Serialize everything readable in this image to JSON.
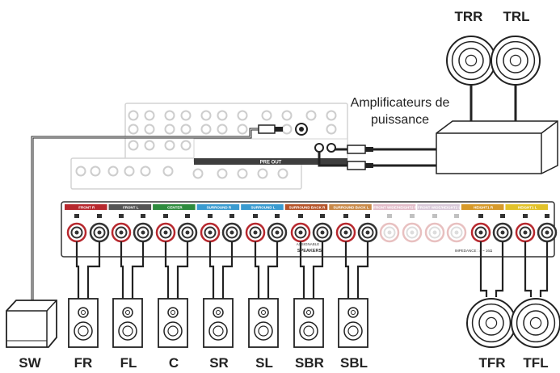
{
  "labels": {
    "trr": "TRR",
    "trl": "TRL",
    "sw": "SW",
    "fr": "FR",
    "fl": "FL",
    "c": "C",
    "sr": "SR",
    "sl": "SL",
    "sbr": "SBR",
    "sbl": "SBL",
    "tfr": "TFR",
    "tfl": "TFL"
  },
  "amplifier": {
    "line1": "Amplificateurs de",
    "line2": "puissance"
  },
  "panel": {
    "pre_out": "PRE OUT",
    "speakers": "SPEAKERS",
    "assignable": "ASSIGNABLE",
    "impedance": "IMPEDANCE : 4 ~ 16Ω",
    "sections": [
      {
        "label": "FRONT R",
        "color": "#b7282e"
      },
      {
        "label": "FRONT L",
        "color": "#555555"
      },
      {
        "label": "CENTER",
        "color": "#2e8b3e"
      },
      {
        "label": "SURROUND R",
        "color": "#3a9bd0"
      },
      {
        "label": "SURROUND L",
        "color": "#3a9bd0"
      },
      {
        "label": "SURROUND BACK R",
        "color": "#b5542a"
      },
      {
        "label": "SURROUND BACK L",
        "color": "#c98a4a"
      },
      {
        "label": "FRONT WIDE/HEIGHT2 R",
        "color": "#e2bcc9"
      },
      {
        "label": "FRONT WIDE/HEIGHT2 L",
        "color": "#d8c8d8"
      },
      {
        "label": "HEIGHT1 R",
        "color": "#d79a2a"
      },
      {
        "label": "HEIGHT1 L",
        "color": "#e2c22a"
      }
    ]
  },
  "colors": {
    "cable": "#222222",
    "red_terminal": "#b7282e",
    "faded": "#c8c8c8"
  }
}
